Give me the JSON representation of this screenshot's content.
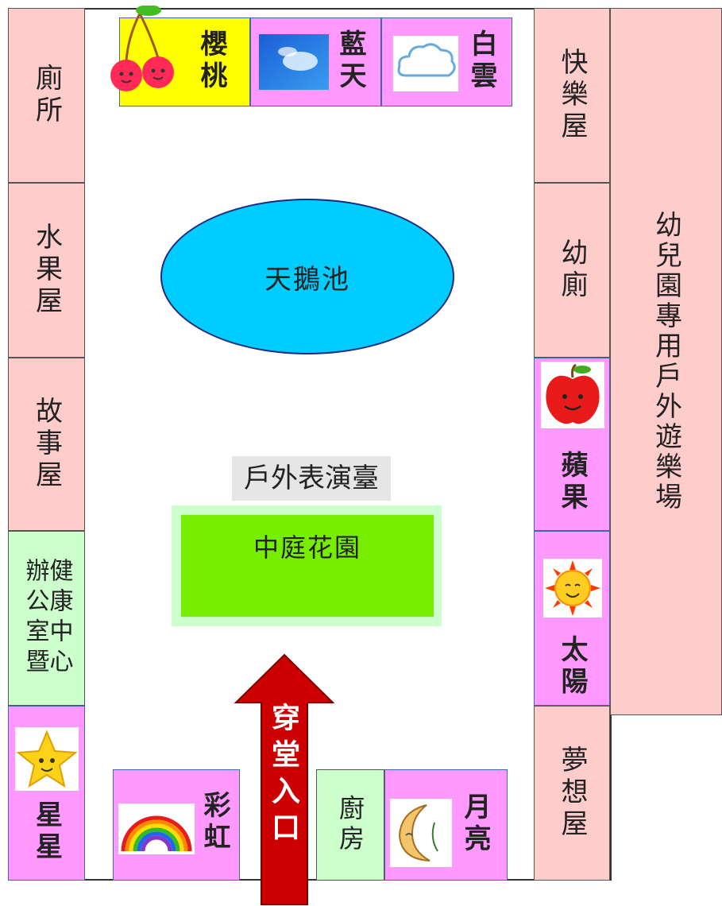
{
  "rooms": {
    "toilet": "廁所",
    "fruit_house": "水果屋",
    "story_house": "故事屋",
    "health_center": "健康中心",
    "office": "辦公室暨",
    "star": "星星",
    "happy_house": "快樂屋",
    "kinder_toilet": "幼廁",
    "apple": "蘋果",
    "sun": "太陽",
    "dream_house": "夢想屋",
    "kinder_playground": "幼兒園專用戶外遊樂場",
    "cherry": "櫻桃",
    "blue_sky": "藍天",
    "white_cloud": "白雲",
    "rainbow": "彩虹",
    "kitchen": "廚房",
    "moon": "月亮"
  },
  "features": {
    "swan_pond": "天鵝池",
    "stage": "戶外表演臺",
    "garden": "中庭花園",
    "entrance": "穿堂入口"
  },
  "colors": {
    "pink": "#ffcccc",
    "light_green": "#ccffcc",
    "magenta": "#ff99ff",
    "yellow": "#ffff00",
    "pond": "#00ccff",
    "garden": "#77ee00",
    "arrow": "#cc0000"
  }
}
